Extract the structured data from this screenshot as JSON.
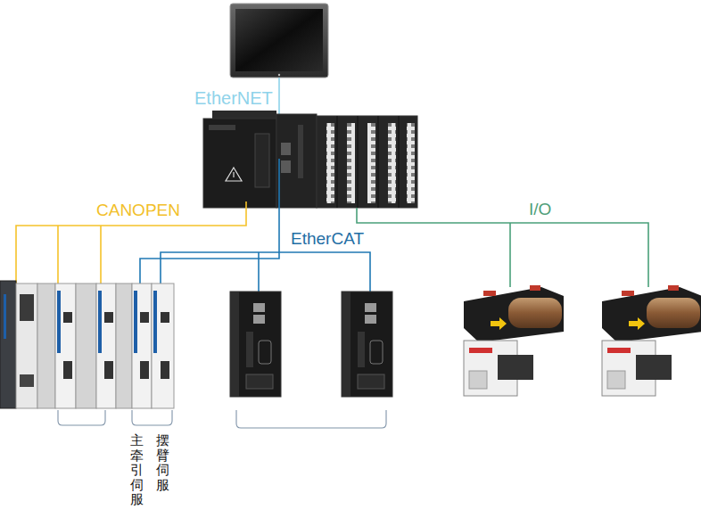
{
  "diagram": {
    "labels": [
      "EtherNET",
      "CANOPEN",
      "EtherCAT",
      "I/O",
      "主牵引伺服",
      "摆臂伺服"
    ]
  }
}
